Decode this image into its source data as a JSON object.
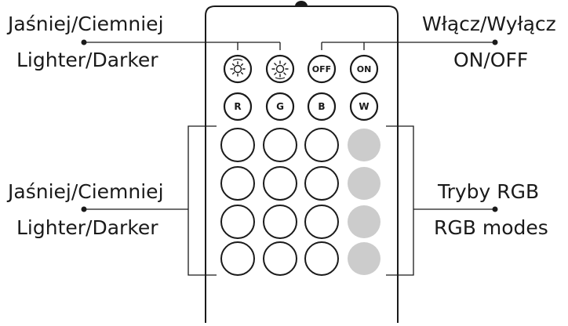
{
  "labels": {
    "top_left_pl": "Jaśniej/Ciemniej",
    "top_left_en": "Lighter/Darker",
    "top_right_pl": "Włącz/Wyłącz",
    "top_right_en": "ON/OFF",
    "mid_left_pl": "Jaśniej/Ciemniej",
    "mid_left_en": "Lighter/Darker",
    "mid_right_pl": "Tryby RGB",
    "mid_right_en": "RGB modes"
  },
  "remote": {
    "row1": [
      {
        "name": "brightness-down-button",
        "icon": "sun-dim-icon"
      },
      {
        "name": "brightness-up-button",
        "icon": "sun-bright-icon"
      },
      {
        "name": "off-button",
        "label": "OFF"
      },
      {
        "name": "on-button",
        "label": "ON"
      }
    ],
    "row2": [
      {
        "name": "red-button",
        "label": "R"
      },
      {
        "name": "green-button",
        "label": "G"
      },
      {
        "name": "blue-button",
        "label": "B"
      },
      {
        "name": "white-button",
        "label": "W"
      }
    ],
    "grid_rows": 4,
    "grid_cols": 3,
    "mode_button_color": "#cccccc",
    "outline_color": "#1a1a1a"
  }
}
